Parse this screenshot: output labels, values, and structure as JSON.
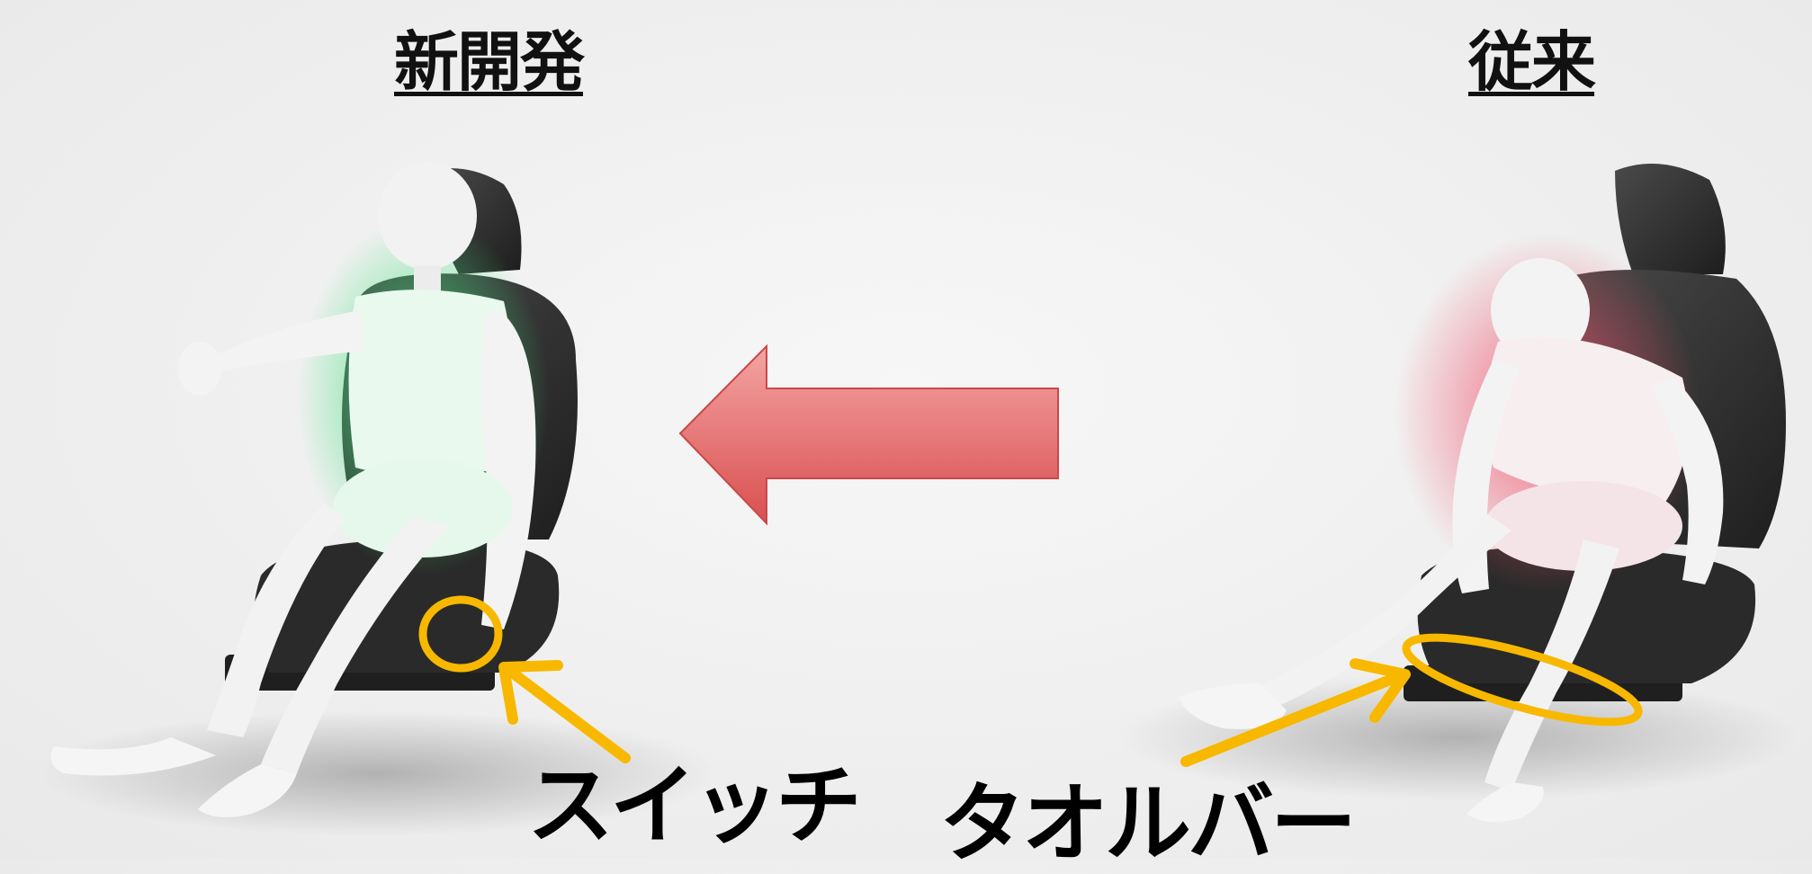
{
  "headings": {
    "new_design": "新開発",
    "conventional": "従来"
  },
  "callouts": {
    "switch": "スイッチ",
    "towel_bar": "タオルバー"
  },
  "colors": {
    "arrow_fill": "#e25c5c",
    "highlight_ring": "#f8b800",
    "new_glow": "#3ee07a",
    "old_glow": "#f0506a",
    "seat": "#2c2c2c"
  },
  "icons": {
    "direction_arrow": "left-arrow",
    "new_figure": "seated-mannequin-upright",
    "old_figure": "seated-mannequin-leaning"
  }
}
